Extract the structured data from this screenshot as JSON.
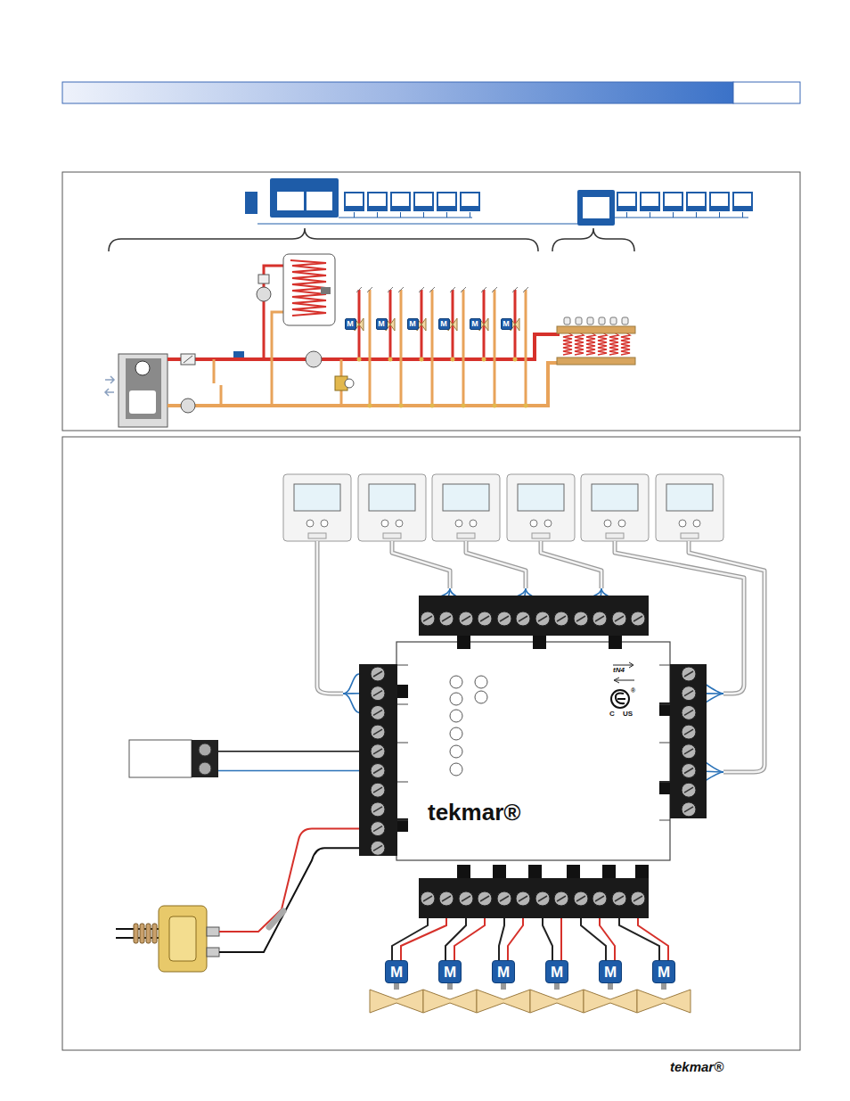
{
  "diagram": {
    "nodes": [
      {
        "text": [
          "M"
        ]
      },
      {
        "text": [
          "M"
        ]
      },
      {
        "text": [
          "M"
        ]
      },
      {
        "text": [
          "M"
        ]
      },
      {
        "text": [
          "M"
        ]
      },
      {
        "text": [
          "M"
        ]
      },
      {
        "text": [
          "tN4",
          "tekmar®"
        ]
      },
      {
        "text": [
          "M"
        ]
      },
      {
        "text": [
          "M"
        ]
      },
      {
        "text": [
          "M"
        ]
      },
      {
        "text": [
          "M"
        ]
      },
      {
        "text": [
          "M"
        ]
      },
      {
        "text": [
          "M"
        ]
      }
    ],
    "edges": [
      {
        "from": 6,
        "to": 7,
        "arrow": "none"
      },
      {
        "from": 6,
        "to": 8,
        "arrow": "none"
      },
      {
        "from": 6,
        "to": 9,
        "arrow": "none"
      },
      {
        "from": 6,
        "to": 10,
        "arrow": "none"
      },
      {
        "from": 6,
        "to": 11,
        "arrow": "none"
      },
      {
        "from": 6,
        "to": 12,
        "arrow": "none"
      }
    ],
    "labels": [
      "C",
      "US",
      "®",
      "tekmar®"
    ]
  }
}
